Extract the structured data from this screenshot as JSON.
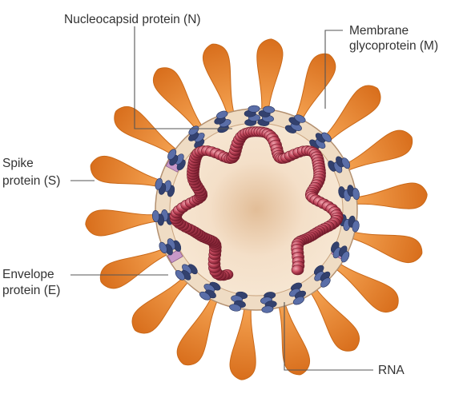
{
  "labels": {
    "nucleocapsid": "Nucleocapsid protein (N)",
    "membrane_line1": "Membrane",
    "membrane_line2": "glycoprotein (M)",
    "spike_line1": "Spike",
    "spike_line2": "protein (S)",
    "envelope_line1": "Envelope",
    "envelope_line2": "protein (E)",
    "rna": "RNA"
  },
  "colors": {
    "spike": "#ee8a2c",
    "spike_edge": "#c96818",
    "envelope_ring": "#efdcc4",
    "envelope_ring_edge": "#b39070",
    "interior_center": "#f6e2cc",
    "interior_edge": "#e6c49f",
    "membrane_protein": "#5a6ea8",
    "membrane_protein_dark": "#33416e",
    "envelope_protein": "#c998c8",
    "nucleocapsid": "#b8384e",
    "nucleocapsid_light": "#e88a98",
    "leader_line": "#555555"
  },
  "icons": {
    "spike": "spike-protein-icon",
    "membrane": "membrane-glycoprotein-icon",
    "envelope": "envelope-protein-icon",
    "nucleocapsid": "nucleocapsid-bead-icon"
  }
}
